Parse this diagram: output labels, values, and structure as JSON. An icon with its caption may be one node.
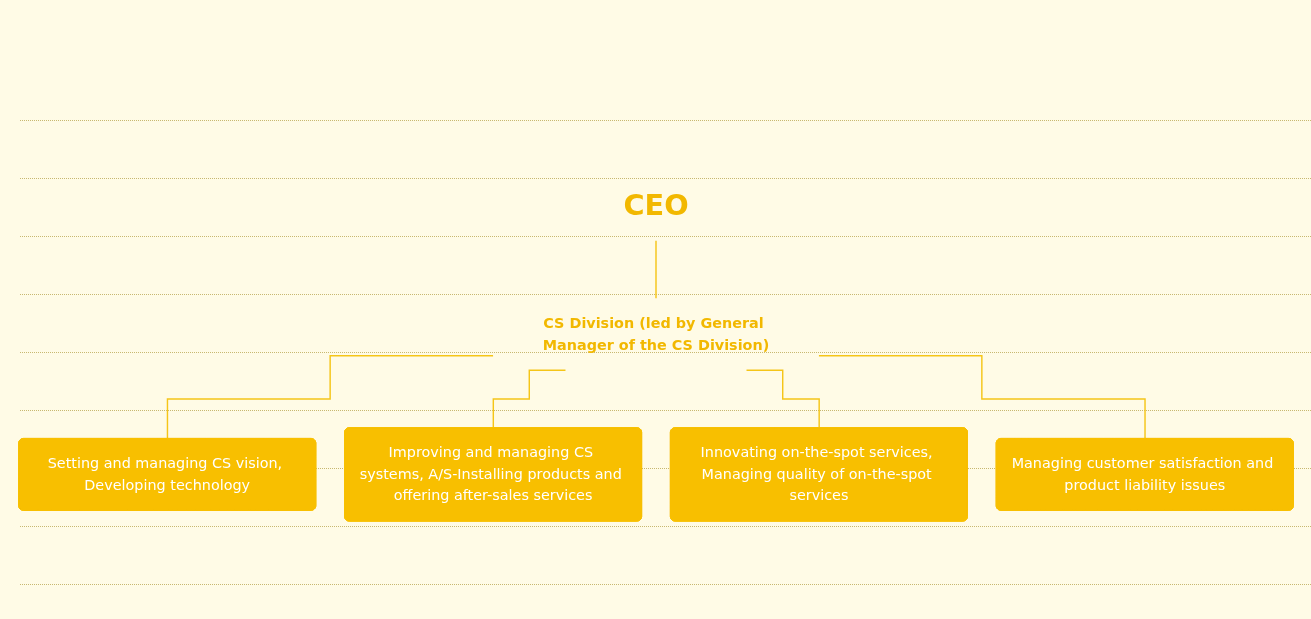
{
  "diagram": {
    "nodes": [
      {
        "text": [
          "CEO"
        ]
      },
      {
        "text": [
          "CS Division (led by General Manager of the CS Division)"
        ]
      },
      {
        "text": [
          "Setting and managing CS vision, Developing technology"
        ]
      },
      {
        "text": [
          "Improving and managing CS systems, A/S-Installing products and offering after-sales services"
        ]
      },
      {
        "text": [
          "Innovating on-the-spot services, Managing quality of on-the-spot services"
        ]
      },
      {
        "text": [
          "Managing customer satisfaction and product liability issues"
        ]
      }
    ],
    "edges": [
      {
        "from": 0,
        "to": 1,
        "arrow": "none"
      },
      {
        "from": 1,
        "to": 2,
        "arrow": "none"
      },
      {
        "from": 1,
        "to": 3,
        "arrow": "none"
      },
      {
        "from": 1,
        "to": 4,
        "arrow": "none"
      },
      {
        "from": 1,
        "to": 5,
        "arrow": "none"
      }
    ]
  }
}
